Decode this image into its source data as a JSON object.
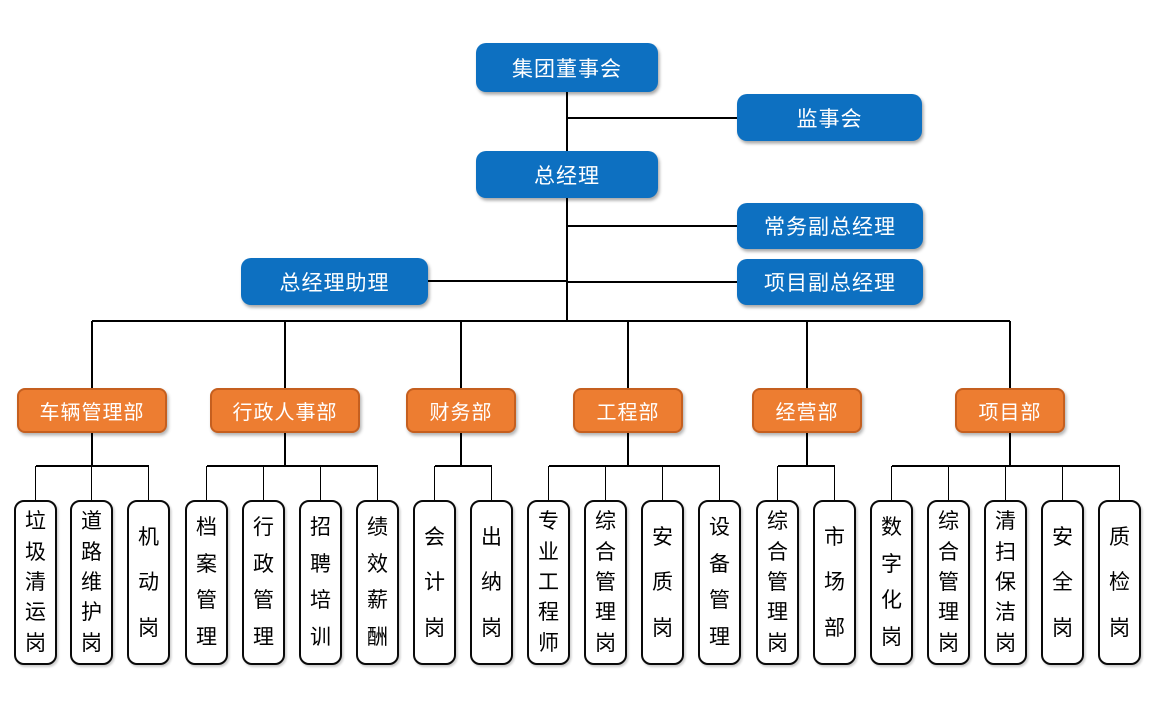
{
  "org": {
    "board": "集团董事会",
    "supervisory": "监事会",
    "gm": "总经理",
    "exec_deputy_gm": "常务副总经理",
    "gm_assistant": "总经理助理",
    "project_deputy_gm": "项目副总经理",
    "departments": [
      {
        "label": "车辆管理部",
        "leaves": [
          "垃圾清运岗",
          "道路维护岗",
          "机动岗"
        ]
      },
      {
        "label": "行政人事部",
        "leaves": [
          "档案管理",
          "行政管理",
          "招聘培训",
          "绩效薪酬"
        ]
      },
      {
        "label": "财务部",
        "leaves": [
          "会计岗",
          "出纳岗"
        ]
      },
      {
        "label": "工程部",
        "leaves": [
          "专业工程师",
          "综合管理岗",
          "安质岗",
          "设备管理"
        ]
      },
      {
        "label": "经营部",
        "leaves": [
          "综合管理岗",
          "市场部"
        ]
      },
      {
        "label": "项目部",
        "leaves": [
          "数字化岗",
          "综合管理岗",
          "清扫保洁岗",
          "安全岗",
          "质检岗"
        ]
      }
    ],
    "colors": {
      "node_blue": "#0d70c1",
      "dept_orange": "#ed7d31",
      "line_black": "#000000"
    }
  }
}
